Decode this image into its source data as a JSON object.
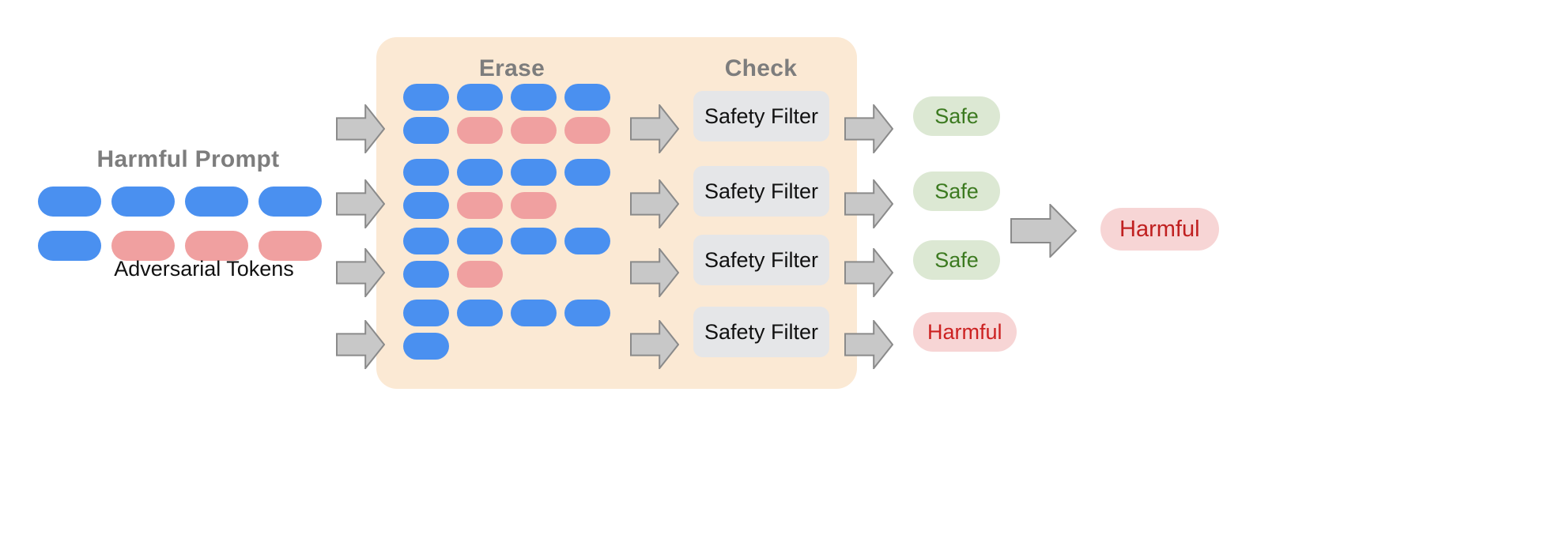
{
  "colors": {
    "token_blue": "#4a90f0",
    "token_red": "#f0a0a0",
    "panel_beige": "#fbe9d4",
    "filter_gray": "#e5e6e8",
    "arrow_gray": "#c8c8c8",
    "safe_bg": "#dce8d3",
    "safe_text": "#3c7a20",
    "harmful_bg": "#f7d5d5",
    "harmful_text": "#cc2222",
    "header_text": "#7d7d7d"
  },
  "prompt": {
    "title": "Harmful Prompt",
    "adversarial_label": "Adversarial Tokens",
    "rows": [
      [
        "blue",
        "blue",
        "blue",
        "blue"
      ],
      [
        "blue",
        "red",
        "red",
        "red"
      ]
    ]
  },
  "headers": {
    "erase": "Erase",
    "check": "Check"
  },
  "pipeline": {
    "filter_label": "Safety Filter",
    "rows": [
      {
        "id": "row-1",
        "tokens_top": [
          "blue",
          "blue",
          "blue",
          "blue"
        ],
        "tokens_bottom": [
          "blue",
          "red",
          "red",
          "red"
        ],
        "verdict": "Safe",
        "verdict_kind": "safe"
      },
      {
        "id": "row-2",
        "tokens_top": [
          "blue",
          "blue",
          "blue",
          "blue"
        ],
        "tokens_bottom": [
          "blue",
          "red",
          "red"
        ],
        "verdict": "Safe",
        "verdict_kind": "safe"
      },
      {
        "id": "row-3",
        "tokens_top": [
          "blue",
          "blue",
          "blue",
          "blue"
        ],
        "tokens_bottom": [
          "blue",
          "red"
        ],
        "verdict": "Safe",
        "verdict_kind": "safe"
      },
      {
        "id": "row-4",
        "tokens_top": [
          "blue",
          "blue",
          "blue",
          "blue"
        ],
        "tokens_bottom": [
          "blue"
        ],
        "verdict": "Harmful",
        "verdict_kind": "harmful"
      }
    ]
  },
  "final": {
    "label": "Harmful",
    "kind": "harmful"
  },
  "icons": {
    "arrow": "right-arrow-icon"
  }
}
